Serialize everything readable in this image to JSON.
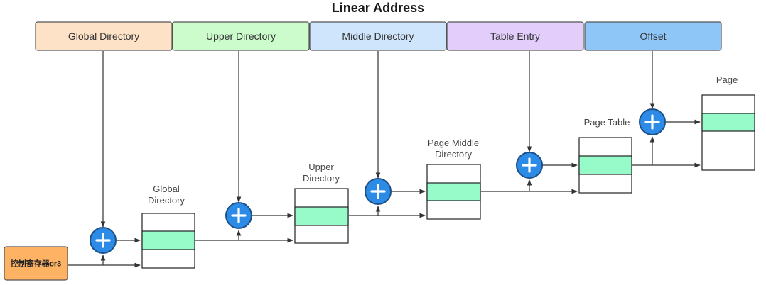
{
  "title": "Linear Address",
  "segments": [
    {
      "label": "Global Directory",
      "fill": "#fde2c8"
    },
    {
      "label": "Upper Directory",
      "fill": "#ccfbcc"
    },
    {
      "label": "Middle Directory",
      "fill": "#cfe5fc"
    },
    {
      "label": "Table Entry",
      "fill": "#e2cdfb"
    },
    {
      "label": "Offset",
      "fill": "#8ec7f7"
    }
  ],
  "tables": [
    {
      "label": [
        "Global",
        "Directory"
      ]
    },
    {
      "label": [
        "Upper",
        "Directory"
      ]
    },
    {
      "label": [
        "Page Middle",
        "Directory"
      ]
    },
    {
      "label": [
        "Page Table"
      ]
    },
    {
      "label": [
        "Page"
      ]
    }
  ],
  "register": {
    "label": "控制寄存器cr3",
    "fill": "#fdb264"
  },
  "colors": {
    "entry": "#96fbc8",
    "adder": "#2b8be6",
    "segment_border": "#555555",
    "line": "#333333"
  },
  "icons": {
    "adder": "plus-circle-icon"
  }
}
